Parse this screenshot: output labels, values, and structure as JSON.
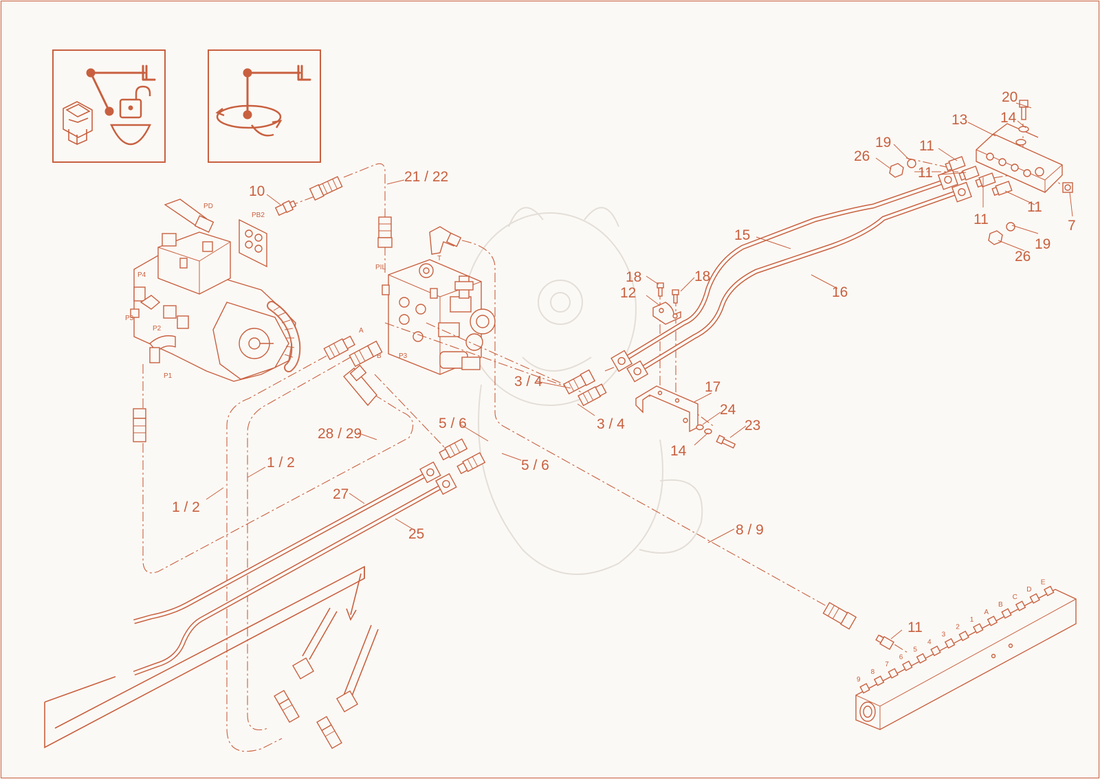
{
  "colors": {
    "accent": "#c8603f",
    "background": "#fbf9f5",
    "watermark": "#e2ddd6"
  },
  "icons": [
    {
      "name": "boom-lock-switch-icon"
    },
    {
      "name": "boom-rotation-icon"
    }
  ],
  "callouts": {
    "c20": "20",
    "c14a": "14",
    "c13": "13",
    "c19a": "19",
    "c26a": "26",
    "c11a": "11",
    "c11b": "11",
    "c11c": "11",
    "c11d": "11",
    "c7": "7",
    "c19b": "19",
    "c26b": "26",
    "c15": "15",
    "c16": "16",
    "c18a": "18",
    "c18b": "18",
    "c12": "12",
    "c17": "17",
    "c24": "24",
    "c23": "23",
    "c14b": "14",
    "c34a": "3 / 4",
    "c34b": "3 / 4",
    "c56a": "5 / 6",
    "c56b": "5 / 6",
    "c89": "8 / 9",
    "c2829": "28 / 29",
    "c2122": "21 / 22",
    "c10": "10",
    "c12a": "1 / 2",
    "c12b": "1 / 2",
    "c27": "27",
    "c25": "25",
    "c11e": "11"
  },
  "ports": {
    "pd": "PD",
    "pb2": "PB2",
    "p4": "P4",
    "p3a": "P3",
    "p2": "P2",
    "p1": "P1",
    "pil": "PIL",
    "t": "T",
    "a": "A",
    "b": "B",
    "p3b": "P3"
  },
  "manifold_ports": [
    "9",
    "8",
    "7",
    "6",
    "5",
    "4",
    "3",
    "2",
    "1",
    "A",
    "B",
    "C",
    "D",
    "E"
  ]
}
